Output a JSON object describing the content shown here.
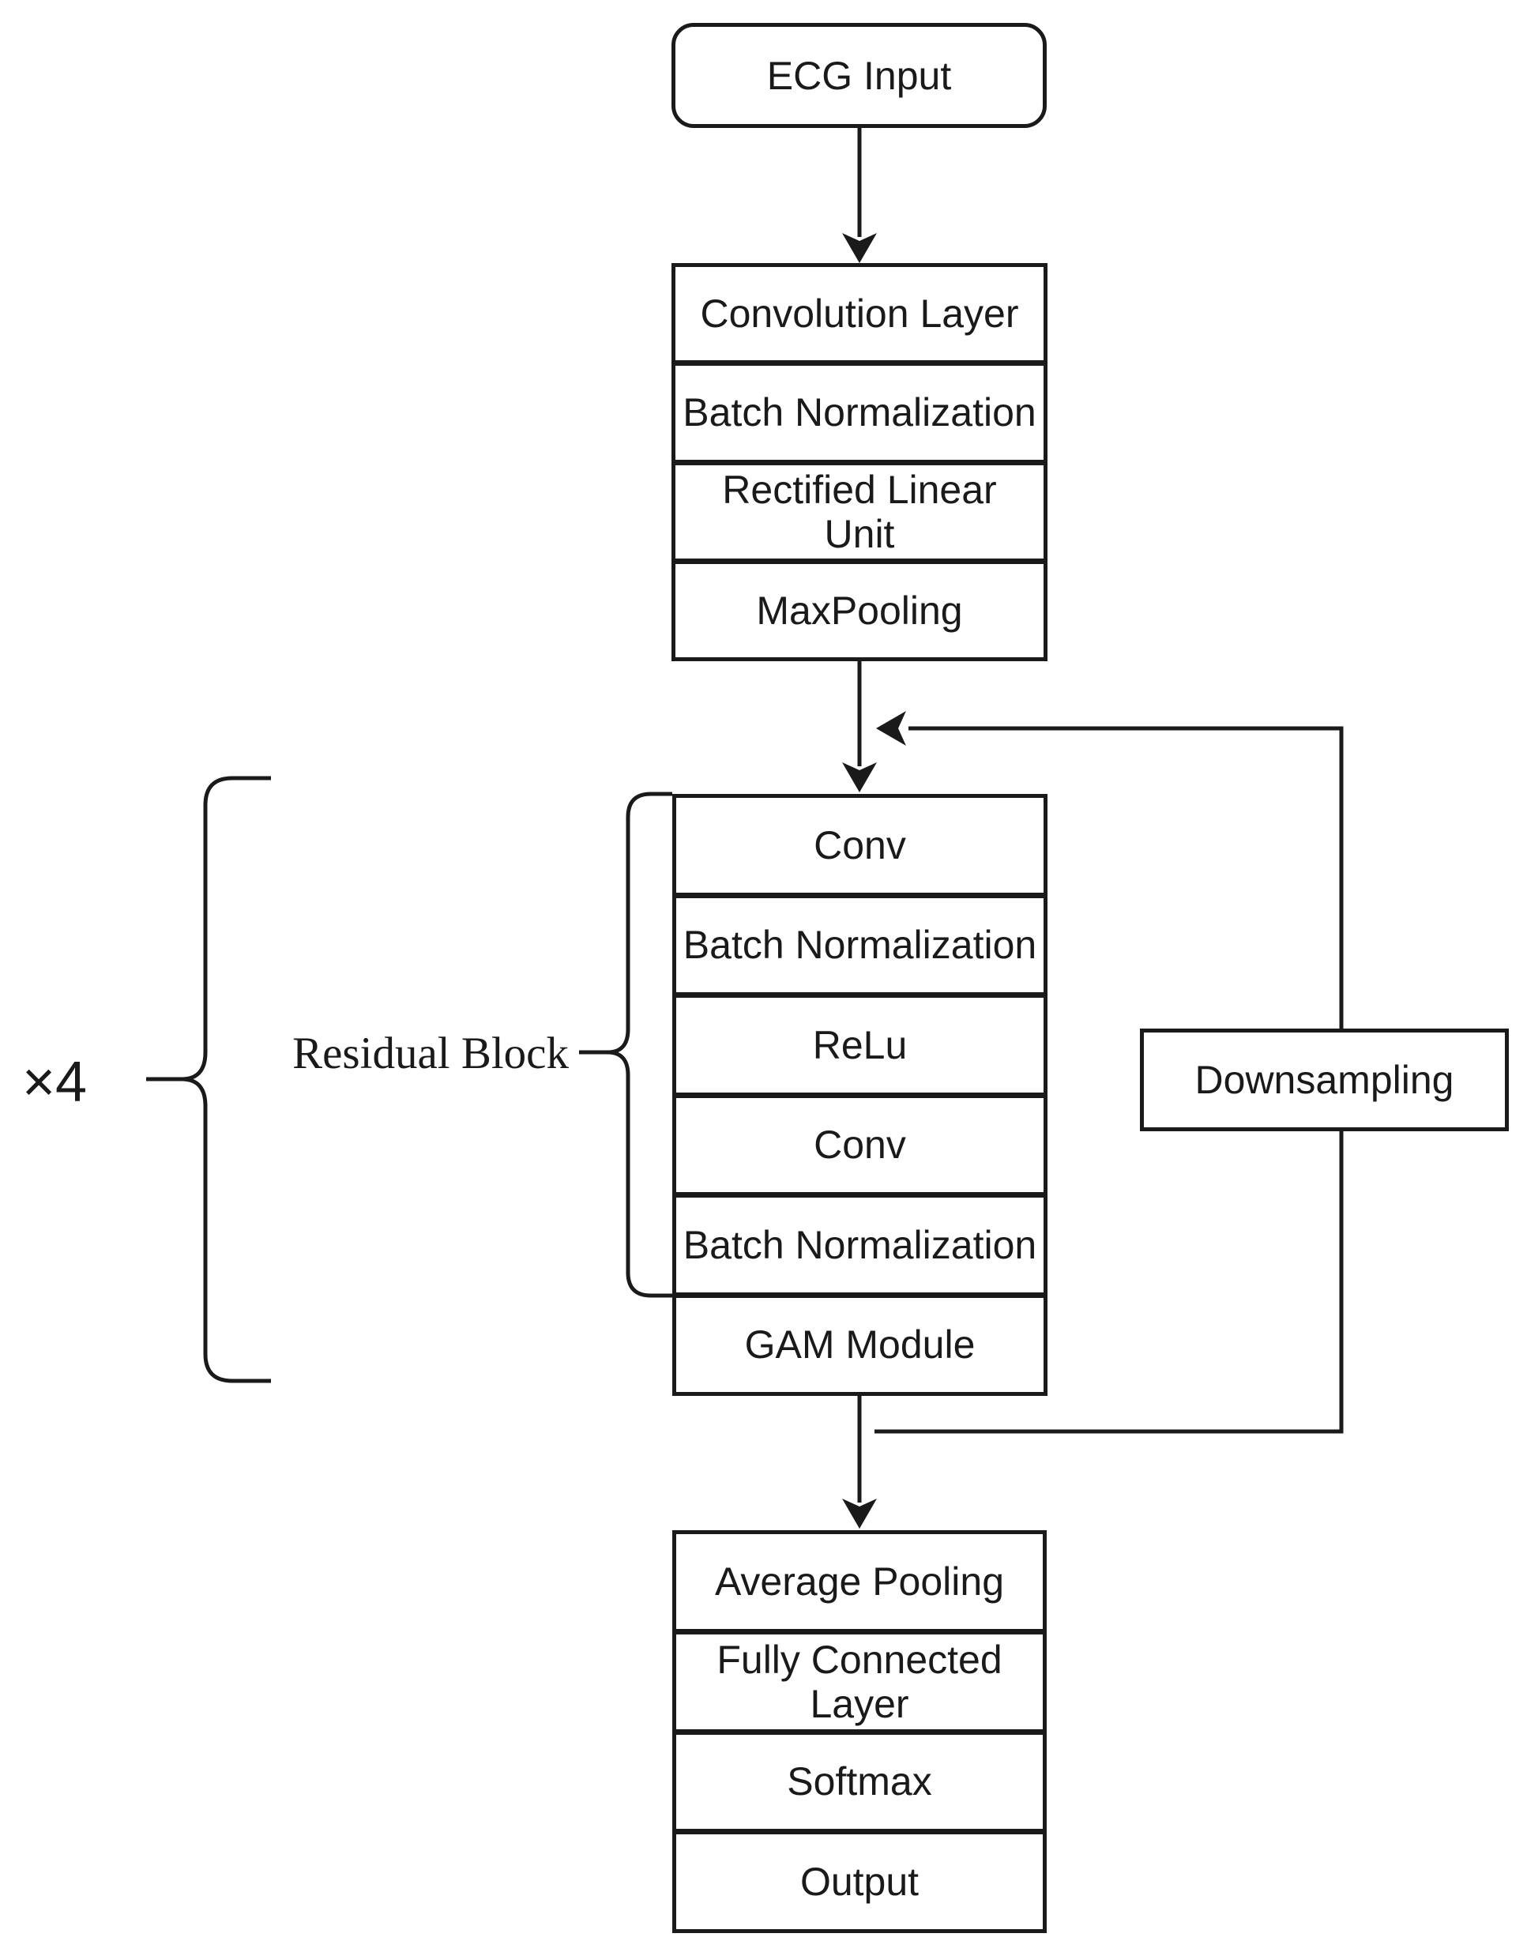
{
  "diagram": {
    "description": "ECG classification network architecture flowchart",
    "colors": {
      "stroke": "#1a1a1a",
      "background": "#ffffff"
    },
    "input": {
      "label": "ECG Input"
    },
    "stem_block": {
      "rows": [
        "Convolution Layer",
        "Batch Normalization",
        "Rectified Linear\nUnit",
        "MaxPooling"
      ]
    },
    "residual_block": {
      "rows": [
        "Conv",
        "Batch Normalization",
        "ReLu",
        "Conv",
        "Batch Normalization",
        "GAM Module"
      ],
      "brace_label": "Residual Block",
      "repeat_label": "×4"
    },
    "downsampling": {
      "label": "Downsampling"
    },
    "head_block": {
      "rows": [
        "Average Pooling",
        "Fully Connected\nLayer",
        "Softmax",
        "Output"
      ]
    }
  }
}
